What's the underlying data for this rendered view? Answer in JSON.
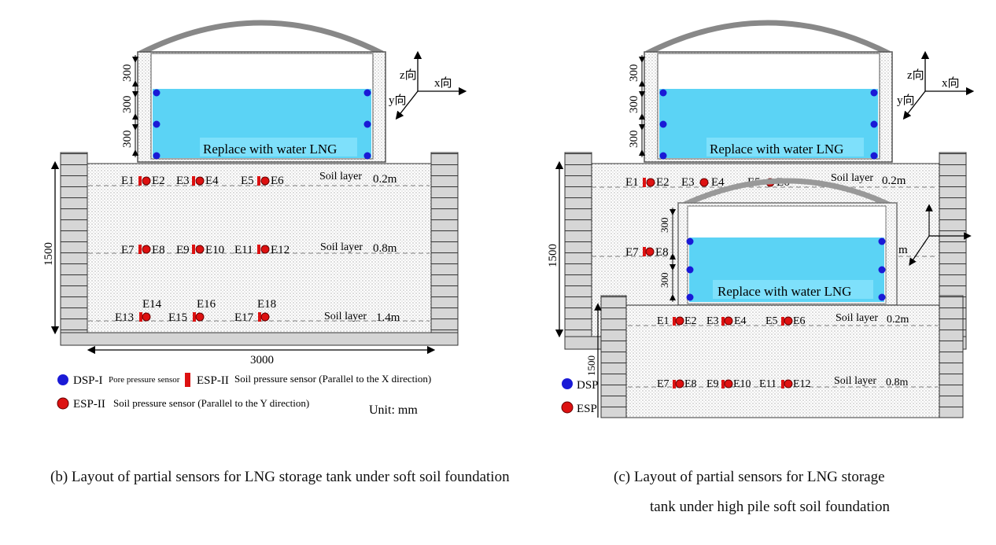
{
  "panels": [
    {
      "id": "b",
      "caption": "(b) Layout of partial sensors for LNG storage tank under soft soil foundation",
      "water_label": "Replace with water LNG",
      "tank_dims": [
        "300",
        "300",
        "300"
      ],
      "height_dim": "1500",
      "width_dim": "3000",
      "axes": {
        "z": "z向",
        "x": "x向",
        "y": "y向"
      },
      "layers": [
        {
          "label": "Soil layer",
          "depth": "0.2m",
          "sensors": [
            "E1",
            "E2",
            "E3",
            "E4",
            "E5",
            "E6"
          ]
        },
        {
          "label": "Soil layer",
          "depth": "0.8m",
          "sensors": [
            "E7",
            "E8",
            "E9",
            "E10",
            "E11",
            "E12"
          ]
        },
        {
          "label": "Soil layer",
          "depth": "1.4m",
          "sensors": [
            "E13",
            "E14",
            "E15",
            "E16",
            "E17",
            "E18"
          ]
        }
      ],
      "legend": {
        "dsp_label": "DSP-I",
        "dsp_desc": "Pore pressure sensor",
        "espx_label": "ESP-II",
        "espx_desc": "Soil pressure sensor (Parallel to the X direction)",
        "espy_label": "ESP-II",
        "espy_desc": "Soil pressure sensor (Parallel to the Y direction)",
        "unit": "Unit: mm"
      }
    },
    {
      "id": "c",
      "caption_line1": "(c) Layout of partial sensors for LNG storage",
      "caption_line2": "tank under high pile soft soil foundation",
      "water_label": "Replace with water LNG",
      "inner_water_label": "Replace with water LNG",
      "tank_dims": [
        "300",
        "300",
        "300"
      ],
      "inner_dims": [
        "300",
        "300"
      ],
      "height_dim": "1500",
      "small_height": "1500",
      "axes": {
        "z": "z向",
        "x": "x向",
        "y": "y向"
      },
      "layers_back": [
        {
          "label": "Soil layer",
          "depth": "0.2m",
          "sensors": [
            "E1",
            "E2",
            "E3",
            "E4",
            "E5",
            "E6"
          ]
        },
        {
          "label": "",
          "depth": "m",
          "sensors": [
            "E7",
            "E8"
          ]
        }
      ],
      "layers_front": [
        {
          "label": "Soil layer",
          "depth": "0.2m",
          "sensors": [
            "E1",
            "E2",
            "E3",
            "E4",
            "E5",
            "E6"
          ]
        },
        {
          "label": "Soil layer",
          "depth": "0.8m",
          "sensors": [
            "E7",
            "E8",
            "E9",
            "E10",
            "E11",
            "E12"
          ]
        }
      ],
      "legend": {
        "dsp_label": "DSP",
        "esp_label": "ESP"
      }
    }
  ],
  "colors": {
    "water": "#5bd3f5",
    "sensor_red": "#dd1111",
    "sensor_blue": "#1a1ad6",
    "wall": "#d4d4d4"
  }
}
